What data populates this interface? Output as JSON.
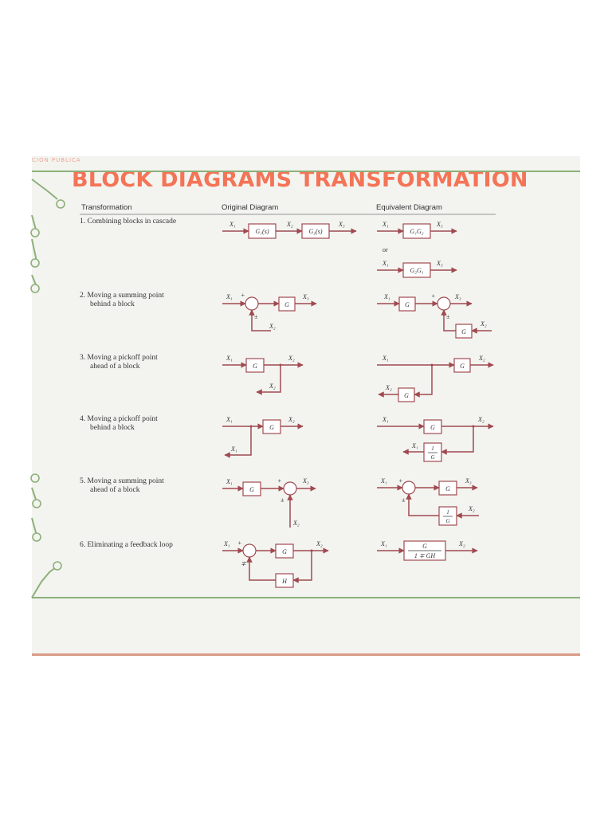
{
  "header_word": "CION PUBLICA",
  "title": "BLOCK DIAGRAMS TRANSFORMATION",
  "columns": {
    "transformation": "Transformation",
    "original": "Original Diagram",
    "equivalent": "Equivalent Diagram"
  },
  "rows": [
    {
      "number": "1.",
      "label_lines": [
        "Combining blocks in cascade"
      ],
      "original": {
        "in": "X₁",
        "mid": "X₂",
        "out": "X₃",
        "block1": "G₁(s)",
        "block2": "G₂(s)"
      },
      "equivalent": {
        "in": "X₁",
        "out": "X₃",
        "block": "G₁G₂"
      },
      "or_label": "or",
      "alternative": {
        "in": "X₁",
        "out": "X₃",
        "block": "G₂G₁"
      }
    },
    {
      "number": "2.",
      "label_lines": [
        "Moving a summing point",
        "behind a block"
      ],
      "original": {
        "in": "X₁",
        "side": "X₂",
        "out": "X₃",
        "block": "G",
        "plus": "+",
        "pm": "±"
      },
      "equivalent": {
        "in": "X₁",
        "side": "X₂",
        "out": "X₃",
        "block1": "G",
        "block2": "G",
        "plus": "+",
        "pm": "±"
      }
    },
    {
      "number": "3.",
      "label_lines": [
        "Moving a pickoff point",
        "ahead of a block"
      ],
      "original": {
        "in": "X₁",
        "out": "X₂",
        "branch": "X₂",
        "block": "G"
      },
      "equivalent": {
        "in": "X₁",
        "out": "X₂",
        "branch": "X₂",
        "block1": "G",
        "block2": "G"
      }
    },
    {
      "number": "4.",
      "label_lines": [
        "Moving a pickoff point",
        "behind a block"
      ],
      "original": {
        "in": "X₁",
        "out": "X₂",
        "branch": "X₁",
        "block": "G"
      },
      "equivalent": {
        "in": "X₁",
        "out": "X₂",
        "branch": "X₁",
        "block1": "G",
        "block2_num": "1",
        "block2_den": "G"
      }
    },
    {
      "number": "5.",
      "label_lines": [
        "Moving a summing point",
        "ahead of a block"
      ],
      "original": {
        "in": "X₁",
        "side": "X₂",
        "out": "X₃",
        "block": "G",
        "plus": "+",
        "pm": "±"
      },
      "equivalent": {
        "in": "X₁",
        "side": "X₂",
        "out": "X₃",
        "block1": "G",
        "block2_num": "1",
        "block2_den": "G",
        "plus": "+",
        "pm": "±"
      }
    },
    {
      "number": "6.",
      "label_lines": [
        "Eliminating a feedback loop"
      ],
      "original": {
        "in": "X₁",
        "out": "X₂",
        "block": "G",
        "feedback": "H",
        "plus": "+",
        "pm": "∓"
      },
      "equivalent": {
        "in": "X₁",
        "out": "X₂",
        "num": "G",
        "den": "1 ∓ GH"
      }
    }
  ]
}
